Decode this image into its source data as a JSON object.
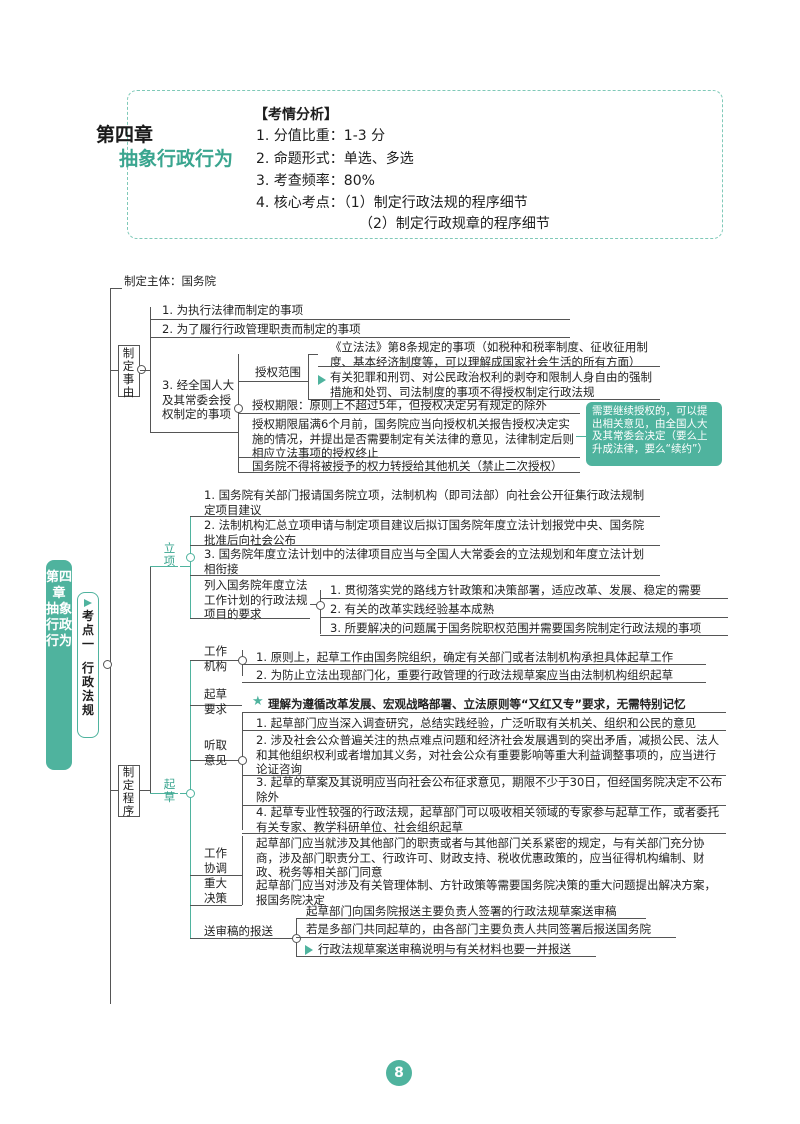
{
  "header": {
    "chapter": "第四章",
    "title": "抽象行政行为",
    "analysis_title": "【考情分析】",
    "items": [
      "1. 分值比重：1-3 分",
      "2. 命题形式：单选、多选",
      "3. 考查频率：80%",
      "4. 核心考点：（1）制定行政法规的程序细节",
      "（2）制定行政规章的程序细节"
    ]
  },
  "side": {
    "chapter_label": "第四章 抽象行政行为",
    "point_label": "考点一",
    "point_name": "行政法规"
  },
  "top_node": "制定主体：国务院",
  "reasons": {
    "label": "制定事由",
    "item1": "1. 为执行法律而制定的事项",
    "item2": "2. 为了履行行政管理职责而制定的事项",
    "item3": "3. 经全国人大及其常委会授权制定的事项",
    "scope_label": "授权范围",
    "scope1": "《立法法》第8条规定的事项（如税种和税率制度、征收征用制度、基本经济制度等，可以理解成国家社会生活的所有方面）",
    "scope2": "有关犯罪和刑罚、对公民政治权利的剥夺和限制人身自由的强制措施和处罚、司法制度的事项不得授权制定行政法规",
    "term": "授权期限：原则上不超过5年，但授权决定另有规定的除外",
    "report": "授权期限届满6个月前，国务院应当向授权机关报告授权决定实施的情况，并提出是否需要制定有关法律的意见，法律制定后则相应立法事项的授权终止",
    "no_transfer": "国务院不得将被授予的权力转授给其他机关（禁止二次授权）",
    "note": "需要继续授权的，可以提出相关意见，由全国人大及其常委会决定（要么上升成法律，要么“续约”）"
  },
  "procedure": {
    "label": "制定程序",
    "lixiang": {
      "label": "立项",
      "i1": "1. 国务院有关部门报请国务院立项，法制机构（即司法部）向社会公开征集行政法规制定项目建议",
      "i2": "2. 法制机构汇总立项申请与制定项目建议后拟订国务院年度立法计划报党中央、国务院批准后向社会公布",
      "i3": "3. 国务院年度立法计划中的法律项目应当与全国人大常委会的立法规划和年度立法计划相衔接",
      "req_label": "列入国务院年度立法工作计划的行政法规项目的要求",
      "r1": "1. 贯彻落实党的路线方针政策和决策部署，适应改革、发展、稳定的需要",
      "r2": "2. 有关的改革实践经验基本成熟",
      "r3": "3. 所要解决的问题属于国务院职权范围并需要国务院制定行政法规的事项"
    },
    "qicao": {
      "label": "起草",
      "work_label": "工作机构",
      "w1": "1. 原则上，起草工作由国务院组织，确定有关部门或者法制机构承担具体起草工作",
      "w2": "2. 为防止立法出现部门化，重要行政管理的行政法规草案应当由法制机构组织起草",
      "req_label": "起草要求",
      "req": "理解为遵循改革发展、宏观战略部署、立法原则等“又红又专”要求，无需特别记忆",
      "hear_label": "听取意见",
      "h1": "1. 起草部门应当深入调查研究，总结实践经验，广泛听取有关机关、组织和公民的意见",
      "h2": "2. 涉及社会公众普遍关注的热点难点问题和经济社会发展遇到的突出矛盾，减损公民、法人和其他组织权利或者增加其义务，对社会公众有重要影响等重大利益调整事项的，应当进行论证咨询",
      "h3": "3. 起草的草案及其说明应当向社会公布征求意见，期限不少于30日，但经国务院决定不公布除外",
      "h4": "4. 起草专业性较强的行政法规，起草部门可以吸收相关领域的专家参与起草工作，或者委托有关专家、教学科研单位、社会组织起草",
      "coord_label": "工作协调",
      "coord": "起草部门应当就涉及其他部门的职责或者与其他部门关系紧密的规定，与有关部门充分协商，涉及部门职责分工、行政许可、财政支持、税收优惠政策的，应当征得机构编制、财政、税务等相关部门同意",
      "major_label": "重大决策",
      "major": "起草部门应当对涉及有关管理体制、方针政策等需要国务院决策的重大问题提出解决方案，报国务院决定",
      "submit_label": "送审稿的报送",
      "s1": "起草部门向国务院报送主要负责人签署的行政法规草案送审稿",
      "s2": "若是多部门共同起草的，由各部门主要负责人共同签署后报送国务院",
      "s3": "行政法规草案送审稿说明与有关材料也要一并报送"
    }
  },
  "page_number": "8",
  "colors": {
    "accent": "#3aa58f",
    "dark_accent": "#4fb39e",
    "note_bg": "#4fb39e"
  }
}
